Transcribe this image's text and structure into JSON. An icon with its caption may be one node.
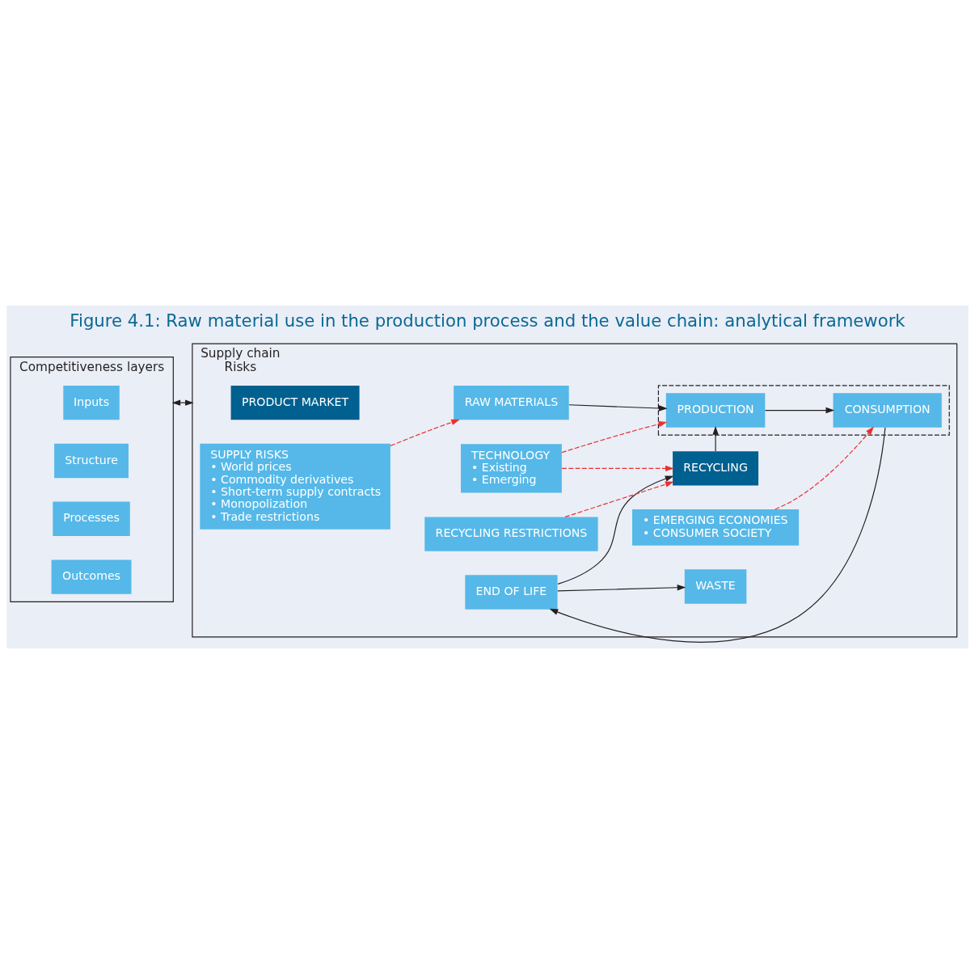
{
  "diagram": {
    "title": "Figure 4.1: Raw material use in the production process and the value chain: analytical framework",
    "nodes": [
      {
        "text": [
          "Competitiveness layers"
        ]
      },
      {
        "text": [
          "Inputs"
        ],
        "in": 0
      },
      {
        "text": [
          "Structure"
        ],
        "in": 0
      },
      {
        "text": [
          "Processes"
        ],
        "in": 0
      },
      {
        "text": [
          "Outcomes"
        ],
        "in": 0
      },
      {
        "text": [
          "Supply chain",
          "Risks"
        ]
      },
      {
        "text": [
          "PRODUCT MARKET"
        ],
        "in": 5
      },
      {
        "text": [],
        "shape": "box",
        "in": 5
      },
      {
        "text": [
          "RAW MATERIALS"
        ],
        "in": 5
      },
      {
        "text": [
          "PRODUCTION"
        ],
        "in": 7
      },
      {
        "text": [
          "CONSUMPTION"
        ],
        "in": 7
      },
      {
        "text": [
          "END OF LIFE"
        ],
        "in": 5
      },
      {
        "text": [
          "WASTE"
        ],
        "in": 5
      },
      {
        "text": [
          "RECYCLING"
        ],
        "in": 5
      },
      {
        "text": [
          "SUPPLY RISKS",
          "• World prices",
          "• Commodity derivatives",
          "• Short-term supply contracts",
          "• Monopolization",
          "• Trade restrictions"
        ],
        "in": 5
      },
      {
        "text": [
          "TECHNOLOGY",
          "• Existing",
          "• Emerging"
        ],
        "in": 5
      },
      {
        "text": [
          "• EMERGING ECONOMIES",
          "• CONSUMER SOCIETY"
        ],
        "in": 5
      },
      {
        "text": [
          "RECYCLING RESTRICTIONS"
        ],
        "in": 5
      }
    ],
    "edges": [
      {
        "from": 0,
        "to": 5,
        "arrow": "both"
      },
      {
        "from": 8,
        "to": 9,
        "arrow": "to"
      },
      {
        "from": 9,
        "to": 10,
        "arrow": "to"
      },
      {
        "from": 10,
        "to": 11,
        "arrow": "to"
      },
      {
        "from": 11,
        "to": 12,
        "arrow": "to"
      },
      {
        "from": 11,
        "to": 13,
        "arrow": "to"
      },
      {
        "from": 13,
        "to": 9,
        "arrow": "to"
      },
      {
        "from": 14,
        "to": 8,
        "arrow": "to",
        "style": "dashed",
        "color": "#e8312f"
      },
      {
        "from": 15,
        "to": 9,
        "arrow": "to",
        "style": "dashed",
        "color": "#e8312f"
      },
      {
        "from": 15,
        "to": 13,
        "arrow": "to",
        "style": "dashed",
        "color": "#e8312f"
      },
      {
        "from": 16,
        "to": 10,
        "arrow": "to",
        "style": "dashed",
        "color": "#e8312f"
      },
      {
        "from": 17,
        "to": 13,
        "arrow": "to",
        "style": "dashed",
        "color": "#e8312f"
      }
    ]
  }
}
